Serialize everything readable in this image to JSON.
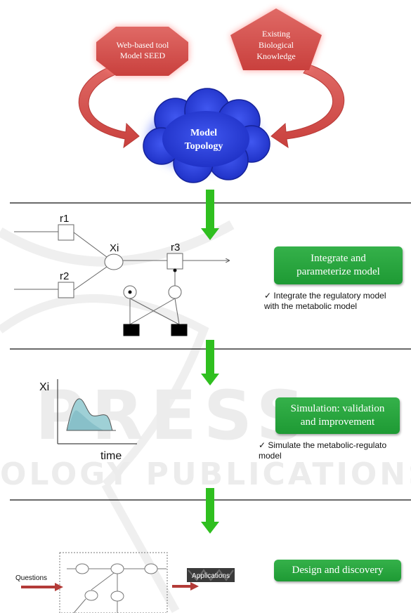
{
  "top": {
    "tool_box": [
      "Web-based tool",
      "Model SEED"
    ],
    "knowledge_box": [
      "Existing",
      "Biological",
      "Knowledge"
    ],
    "cloud": [
      "Model",
      "Topology"
    ]
  },
  "network": {
    "labels": {
      "r1": "r1",
      "r2": "r2",
      "r3": "r3",
      "xi": "Xi"
    }
  },
  "steps": [
    {
      "title": [
        "Integrate and",
        "parameterize model"
      ],
      "note": [
        "✓ Integrate the regulatory model",
        "with the metabolic model"
      ]
    },
    {
      "title": [
        "Simulation: validation",
        "and improvement"
      ],
      "note": [
        "✓ Simulate the metabolic-regulato",
        "model"
      ]
    },
    {
      "title": [
        "Design and discovery"
      ],
      "note": []
    }
  ],
  "plot": {
    "ylabel": "Xi",
    "xlabel": "time"
  },
  "bottom": {
    "questions": "Questions",
    "applications": "Applications"
  },
  "watermark": {
    "line1": "PRESS",
    "line2": "OLOGY PUBLICATIONS"
  },
  "colors": {
    "red_shape": "#d5504d",
    "arrow_red": "#b33b38",
    "cloud_blue": "#2a3fd6",
    "green_box": "#2aa640",
    "green_arrow": "#2fbf1f",
    "plot_fill": "#9fd0d6"
  }
}
